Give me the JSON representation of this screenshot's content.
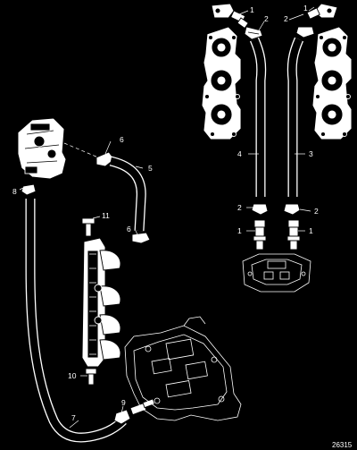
{
  "figure_number": "26315",
  "callouts": {
    "c1_top_left": "1",
    "c2_top_left": "2",
    "c2_top_right": "2",
    "c1_top_right": "1",
    "c4": "4",
    "c3": "3",
    "c2_mid_left": "2",
    "c2_mid_right": "2",
    "c1_mid_left": "1",
    "c1_mid_right": "1",
    "c6_top": "6",
    "c5": "5",
    "c6_bottom": "6",
    "c8": "8",
    "c11": "11",
    "c10": "10",
    "c9": "9",
    "c7": "7"
  },
  "colors": {
    "background": "#000000",
    "line": "#ffffff"
  }
}
